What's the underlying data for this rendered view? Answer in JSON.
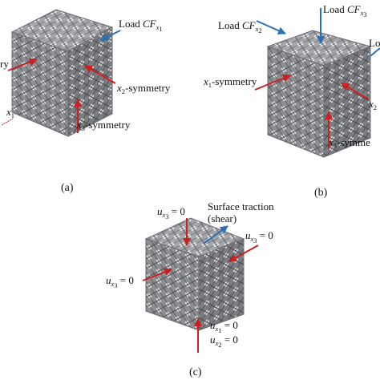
{
  "panels": {
    "a": {
      "caption": "(a)",
      "load_prefix": "Load ",
      "load_cf": "CF",
      "load_sub": "x",
      "load_subsub": "1",
      "left_text": "ry",
      "axis_x": "x",
      "axis_sub": "1",
      "x2_sym_var": "x",
      "x2_sym_sub": "2",
      "x2_sym_rest": "-symmetry",
      "x3_sym_var": "x",
      "x3_sym_sub": "3",
      "x3_sym_rest": "-symmetry"
    },
    "b": {
      "caption": "(b)",
      "load2_prefix": "Load ",
      "load2_cf": "CF",
      "load2_sub": "x",
      "load2_subsub": "2",
      "load3_prefix": "Load ",
      "load3_cf": "CF",
      "load3_sub": "x",
      "load3_subsub": "3",
      "right_text": "Lo",
      "x1_sym_var": "x",
      "x1_sym_sub": "1",
      "x1_sym_rest": "-symmetry",
      "x2_partial_var": "x",
      "x2_partial_sub": "2",
      "x3_sym_var": "x",
      "x3_sym_sub": "3",
      "x3_sym_rest": "-symme"
    },
    "c": {
      "caption": "(c)",
      "traction_line1": "Surface traction",
      "traction_line2": "(shear)",
      "top_u": "u",
      "top_sub": "x",
      "top_subsub": "3",
      "top_eq": " = 0",
      "right_u": "u",
      "right_sub": "x",
      "right_subsub": "3",
      "right_eq": " = 0",
      "left_u": "u",
      "left_sub": "x",
      "left_subsub": "3",
      "left_eq": " = 0",
      "bottom1_u": "u",
      "bottom1_sub": "x",
      "bottom1_subsub": "1",
      "bottom1_eq": " = 0",
      "bottom2_u": "u",
      "bottom2_sub": "x",
      "bottom2_subsub": "2",
      "bottom2_eq": " = 0"
    }
  },
  "colors": {
    "red_arrow": "#cc1f1f",
    "blue_arrow": "#2b6fb5",
    "lattice_face": "#8d8f93",
    "lattice_dark": "#5e6064",
    "lattice_light": "#c9cbce",
    "hole": "#ffffff"
  }
}
